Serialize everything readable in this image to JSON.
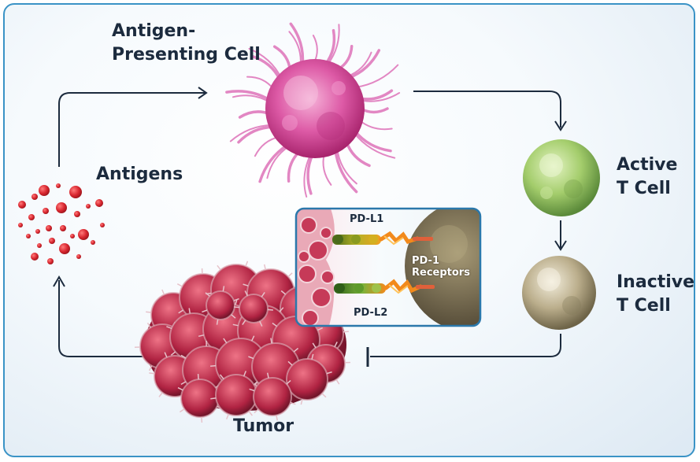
{
  "labels": {
    "apc_line1": "Antigen-",
    "apc_line2": "Presenting Cell",
    "antigens": "Antigens",
    "active_line1": "Active",
    "active_line2": "T Cell",
    "inactive_line1": "Inactive",
    "inactive_line2": "T Cell",
    "tumor": "Tumor"
  },
  "inset": {
    "pd_l1": "PD-L1",
    "pd_l2": "PD-L2",
    "pd1_line1": "PD-1",
    "pd1_line2": "Receptors"
  },
  "colors": {
    "frame_border": "#3a93c6",
    "arrow": "#1c2b3e",
    "antigen": "#d8262f",
    "apc": "#d94fa0",
    "active_cell": "#9bc56a",
    "inactive_cell": "#b4a88a",
    "tumor": "#a31e3c",
    "inset_border": "#2b78ab"
  }
}
